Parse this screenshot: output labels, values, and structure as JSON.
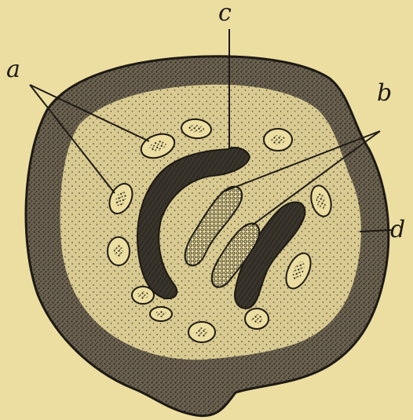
{
  "figure": {
    "background_color": "#ecdea1",
    "ink_color": "#1d1a14",
    "rind_color": "#6b6250",
    "body_color": "#d8ca90",
    "dark_mass_color": "#3a352c",
    "labels": {
      "a": "a",
      "b": "b",
      "c": "c",
      "d": "d"
    }
  }
}
